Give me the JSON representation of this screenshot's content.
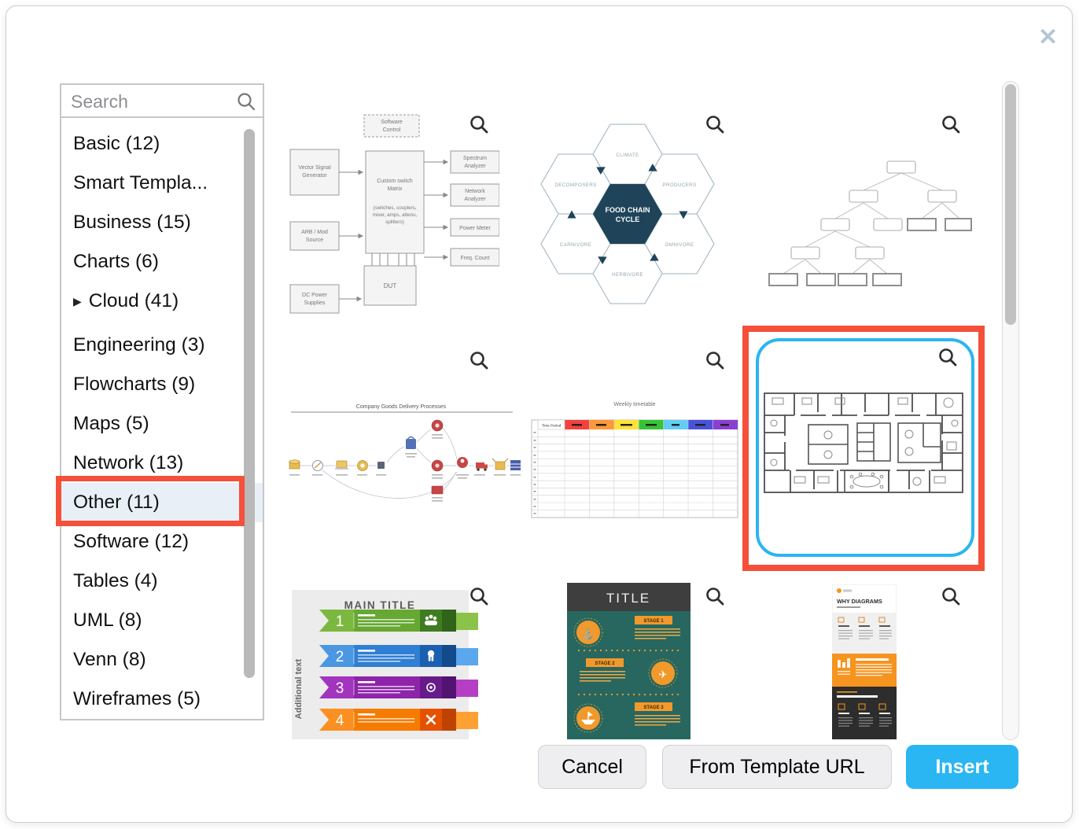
{
  "window": {
    "close_icon": "✕"
  },
  "sidebar": {
    "search": {
      "placeholder": "Search"
    },
    "items": [
      {
        "label": "Basic (12)"
      },
      {
        "label": "Smart Templa..."
      },
      {
        "label": "Business (15)"
      },
      {
        "label": "Charts (6)"
      },
      {
        "label": "Cloud (41)",
        "expander": "▶"
      },
      {
        "label": "Engineering (3)"
      },
      {
        "label": "Flowcharts (9)"
      },
      {
        "label": "Maps (5)"
      },
      {
        "label": "Network (13)"
      },
      {
        "label": "Other (11)",
        "selected": true
      },
      {
        "label": "Software (12)"
      },
      {
        "label": "Tables (4)"
      },
      {
        "label": "UML (8)"
      },
      {
        "label": "Venn (8)"
      },
      {
        "label": "Wireframes (5)"
      }
    ]
  },
  "footer": {
    "cancel": "Cancel",
    "from_url": "From Template URL",
    "insert": "Insert"
  },
  "colors": {
    "accent_blue": "#29b6f2",
    "annotation_red": "#f4503a",
    "selected_item_bg": "#e9eff7"
  },
  "templates": {
    "equipment": {
      "sc1": "Software",
      "sc2": "Control",
      "vec1": "Vector Signal",
      "vec2": "Generator",
      "arb1": "ARB / Mod",
      "arb2": "Source",
      "dc1": "DC Power",
      "dc2": "Supplies",
      "mx1": "Custom switch",
      "mx2": "Matrix",
      "mx3": "(switches, couplers,",
      "mx4": "mixer, amps, attenu,",
      "mx5": "splitters)",
      "sp1": "Spectrum",
      "sp2": "Analyzer",
      "nw1": "Network",
      "nw2": "Analyzer",
      "pm": "Power Meter",
      "fc": "Freq. Count",
      "dut": "DUT"
    },
    "food_chain": {
      "center1": "FOOD CHAIN",
      "center2": "CYCLE",
      "climate": "CLIMATE",
      "producers": "PRODUCERS",
      "omnivore": "OMNIVORE",
      "herbivore": "HERBIVORE",
      "carnivore": "CARNIVORE",
      "decomposers": "DECOMPOSERS"
    },
    "delivery": {
      "title": "Company Goods Delivery Processes"
    },
    "timetable": {
      "title": "Weekly timetable",
      "col_header": "Time Period",
      "day_colors": [
        "#f5413d",
        "#ff9838",
        "#ffe23a",
        "#35c435",
        "#63cdf6",
        "#4a52d9",
        "#8b3fd1"
      ]
    },
    "infographic_ribbons": {
      "title": "MAIN TITLE",
      "side_text": "Additional text",
      "numbers": [
        "1",
        "2",
        "3",
        "4"
      ]
    },
    "infographic_stages": {
      "title": "TITLE",
      "stage_1": "STAGE 1",
      "stage_2": "STAGE 2",
      "stage_3": "STAGE 3",
      "anchor_icon": "⚓",
      "plane_icon": "✈"
    },
    "poster": {
      "title": "WHY DIAGRAMS"
    }
  }
}
